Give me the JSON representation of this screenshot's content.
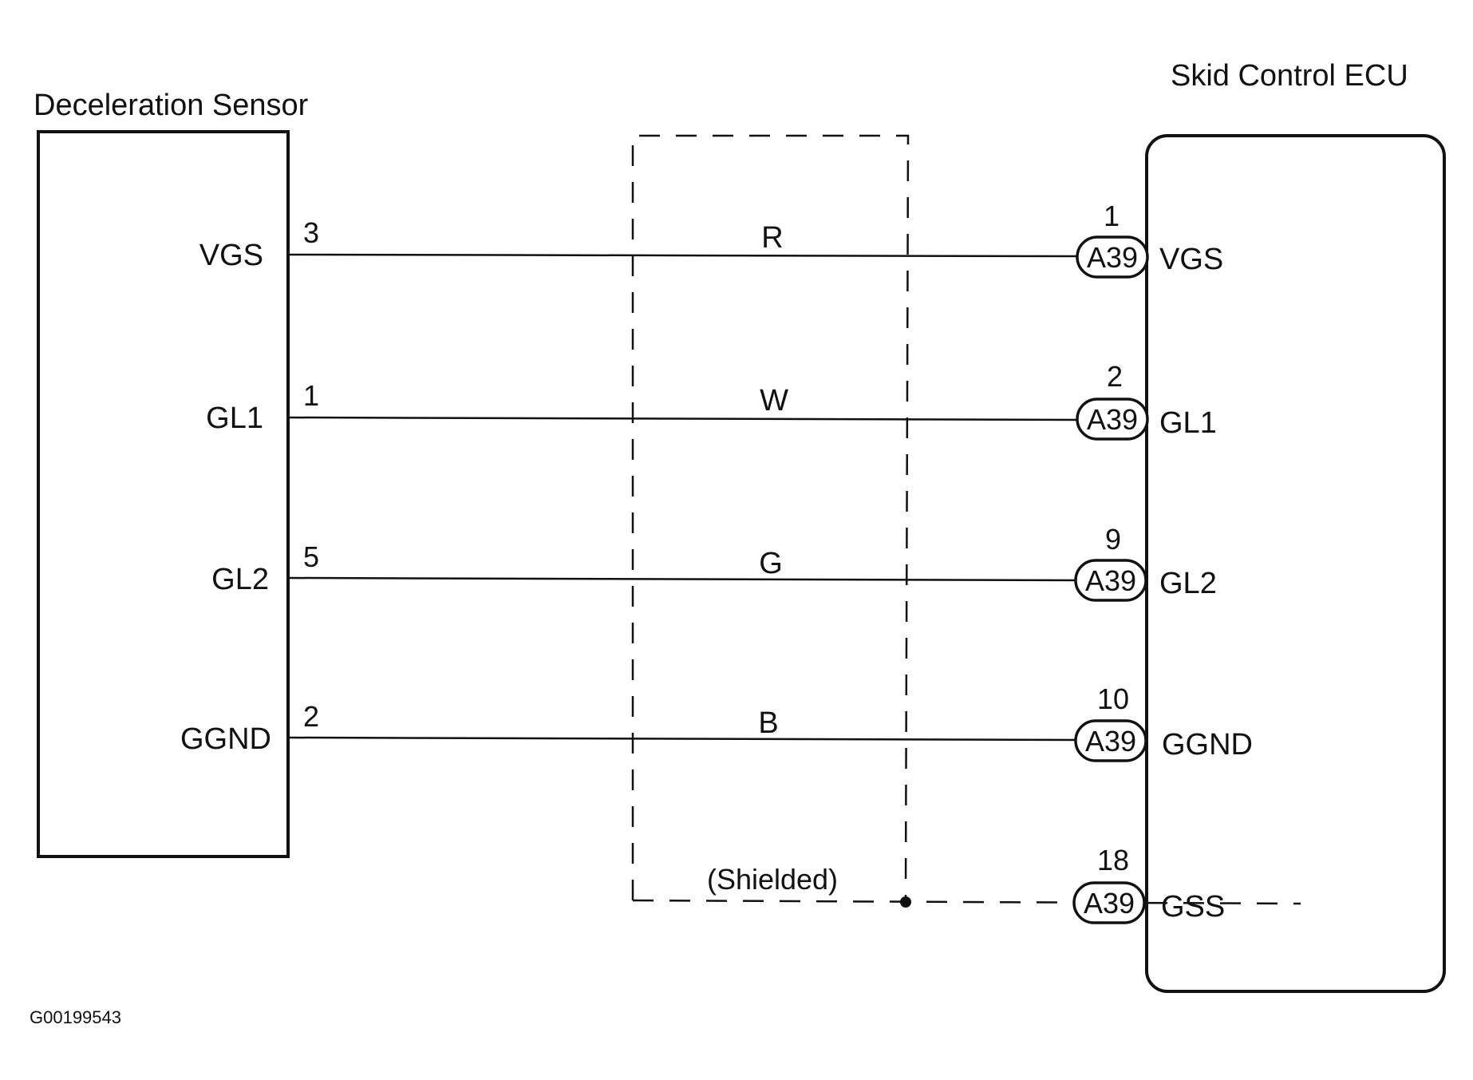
{
  "sensor": {
    "title": "Deceleration Sensor",
    "pins": [
      {
        "label": "VGS",
        "number": "3"
      },
      {
        "label": "GL1",
        "number": "1"
      },
      {
        "label": "GL2",
        "number": "5"
      },
      {
        "label": "GGND",
        "number": "2"
      }
    ]
  },
  "ecu": {
    "title": "Skid Control ECU",
    "pins": [
      {
        "label": "VGS",
        "number": "1",
        "connector": "A39"
      },
      {
        "label": "GL1",
        "number": "2",
        "connector": "A39"
      },
      {
        "label": "GL2",
        "number": "9",
        "connector": "A39"
      },
      {
        "label": "GGND",
        "number": "10",
        "connector": "A39"
      },
      {
        "label": "GSS",
        "number": "18",
        "connector": "A39"
      }
    ]
  },
  "wires": [
    {
      "color_code": "R",
      "from": "VGS",
      "to": "VGS"
    },
    {
      "color_code": "W",
      "from": "GL1",
      "to": "GL1"
    },
    {
      "color_code": "G",
      "from": "GL2",
      "to": "GL2"
    },
    {
      "color_code": "B",
      "from": "GGND",
      "to": "GGND"
    }
  ],
  "shield": {
    "label": "(Shielded)",
    "to": "GSS"
  },
  "figure_id": "G00199543"
}
